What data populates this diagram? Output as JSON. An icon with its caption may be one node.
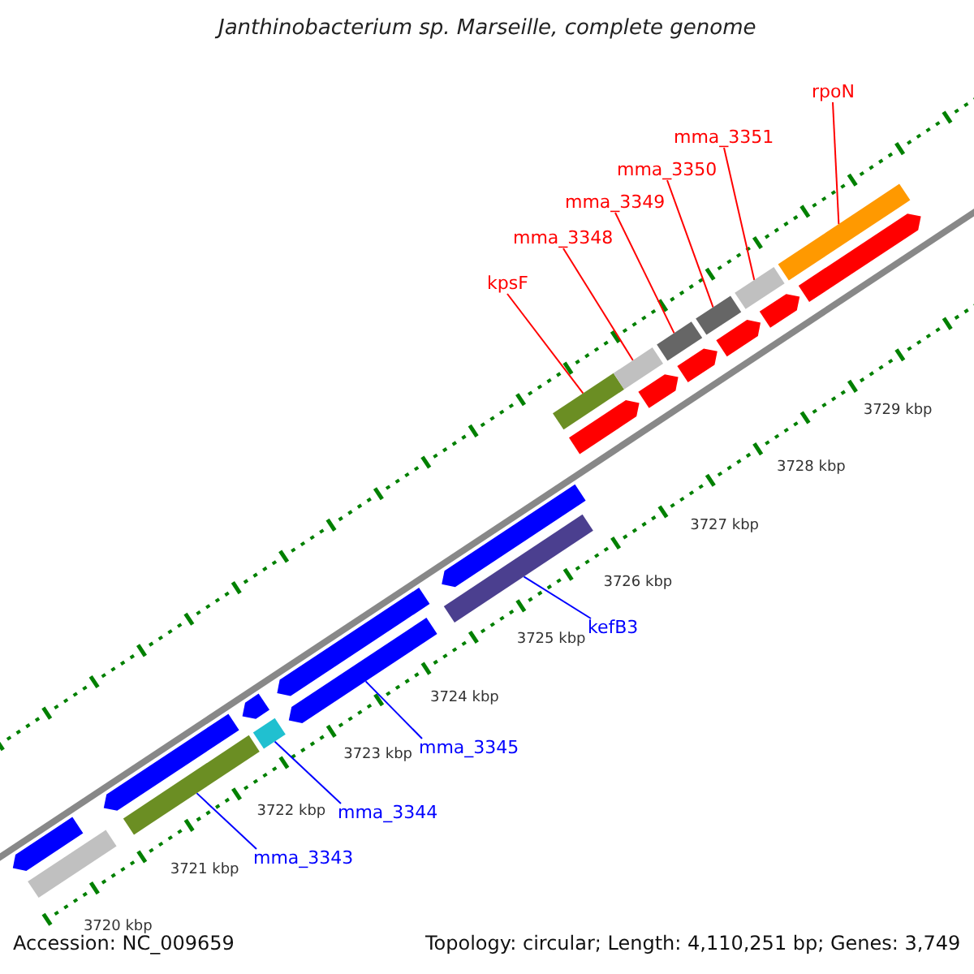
{
  "diagram": {
    "title": "Janthinobacterium sp. Marseille, complete genome",
    "nodes": [
      {
        "text": [
          "rpoN"
        ]
      },
      {
        "text": [
          "mma_3351"
        ]
      },
      {
        "text": [
          "mma_3350"
        ]
      },
      {
        "text": [
          "mma_3349"
        ]
      },
      {
        "text": [
          "mma_3348"
        ]
      },
      {
        "text": [
          "kpsF"
        ]
      },
      {
        "text": [
          "kefB3"
        ]
      },
      {
        "text": [
          "mma_3345"
        ]
      },
      {
        "text": [
          "mma_3344"
        ]
      },
      {
        "text": [
          "mma_3343"
        ]
      },
      {
        "text": [],
        "shape": "bar"
      },
      {
        "text": [],
        "shape": "bar"
      },
      {
        "text": [],
        "shape": "bar"
      },
      {
        "text": [],
        "shape": "bar"
      },
      {
        "text": [],
        "shape": "bar"
      },
      {
        "text": [],
        "shape": "bar"
      },
      {
        "text": [],
        "shape": "bar"
      },
      {
        "text": [],
        "shape": "bar"
      },
      {
        "text": [],
        "shape": "bar"
      },
      {
        "text": [],
        "shape": "bar"
      },
      {
        "text": [],
        "shape": "bar"
      },
      {
        "text": [],
        "shape": "bar"
      },
      {
        "text": [],
        "shape": "bar"
      },
      {
        "text": [],
        "shape": "bar"
      },
      {
        "text": [],
        "shape": "bar"
      },
      {
        "text": [],
        "shape": "bar"
      },
      {
        "text": [],
        "shape": "bar"
      },
      {
        "text": [],
        "shape": "bar"
      },
      {
        "text": [],
        "shape": "bar"
      },
      {
        "text": [],
        "shape": "bar"
      },
      {
        "text": [],
        "shape": "bar"
      },
      {
        "text": [],
        "shape": "bar"
      }
    ],
    "edges": [
      {
        "from": 0,
        "to": 30,
        "arrow": "none"
      },
      {
        "from": 1,
        "to": 28,
        "arrow": "none"
      },
      {
        "from": 2,
        "to": 26,
        "arrow": "none"
      },
      {
        "from": 3,
        "to": 24,
        "arrow": "none"
      },
      {
        "from": 4,
        "to": 22,
        "arrow": "none"
      },
      {
        "from": 5,
        "to": 20,
        "arrow": "none"
      },
      {
        "from": 6,
        "to": 18,
        "arrow": "none",
        "color": "#0000ff"
      },
      {
        "from": 7,
        "to": 16,
        "arrow": "none",
        "color": "#0000ff"
      },
      {
        "from": 8,
        "to": 15,
        "arrow": "none",
        "color": "#0000ff"
      },
      {
        "from": 9,
        "to": 13,
        "arrow": "none",
        "color": "#0000ff"
      }
    ],
    "labels": [
      "3729 kbp",
      "3728 kbp",
      "3727 kbp",
      "3726 kbp",
      "3725 kbp",
      "3724 kbp",
      "3723 kbp",
      "3722 kbp",
      "3721 kbp",
      "3720 kbp",
      "Accession: NC_009659",
      "Topology: circular; Length: 4,110,251 bp; Genes: 3,749"
    ]
  }
}
